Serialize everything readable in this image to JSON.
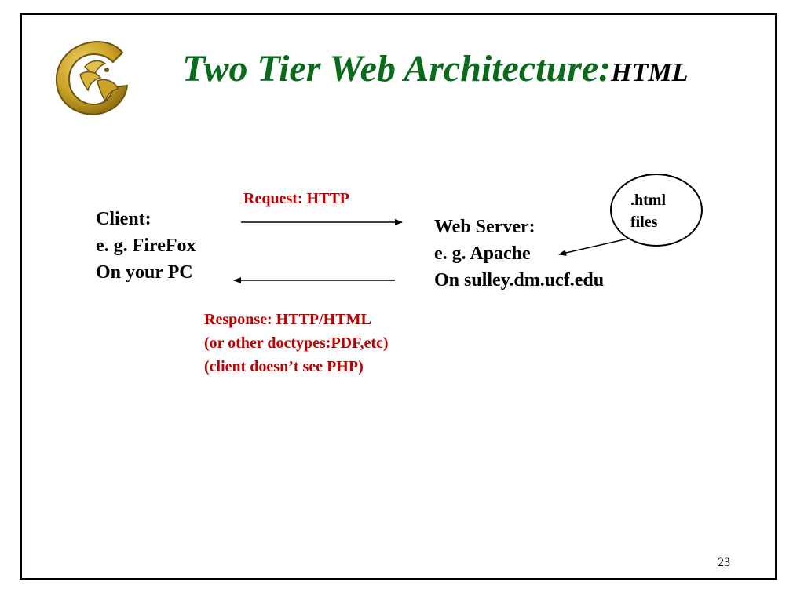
{
  "slide": {
    "title_main": "Two Tier Web Architecture:",
    "title_sub": "HTML",
    "page_number": "23"
  },
  "client": {
    "lines": [
      "Client:",
      "e. g. FireFox",
      "On your PC"
    ]
  },
  "server": {
    "lines": [
      "Web Server:",
      "e. g. Apache",
      "On sulley.dm.ucf.edu"
    ]
  },
  "request": {
    "label": "Request: HTTP"
  },
  "response": {
    "lines": [
      "Response: HTTP/HTML",
      "(or other doctypes:PDF,etc)",
      "(client doesn’t see PHP)"
    ]
  },
  "files": {
    "lines": [
      ".html",
      "files"
    ]
  },
  "colors": {
    "title": "#0a6b1a",
    "annotation": "#c00000",
    "logo": "#c9a227"
  },
  "logo": {
    "icon": "pegasus-logo-icon"
  }
}
